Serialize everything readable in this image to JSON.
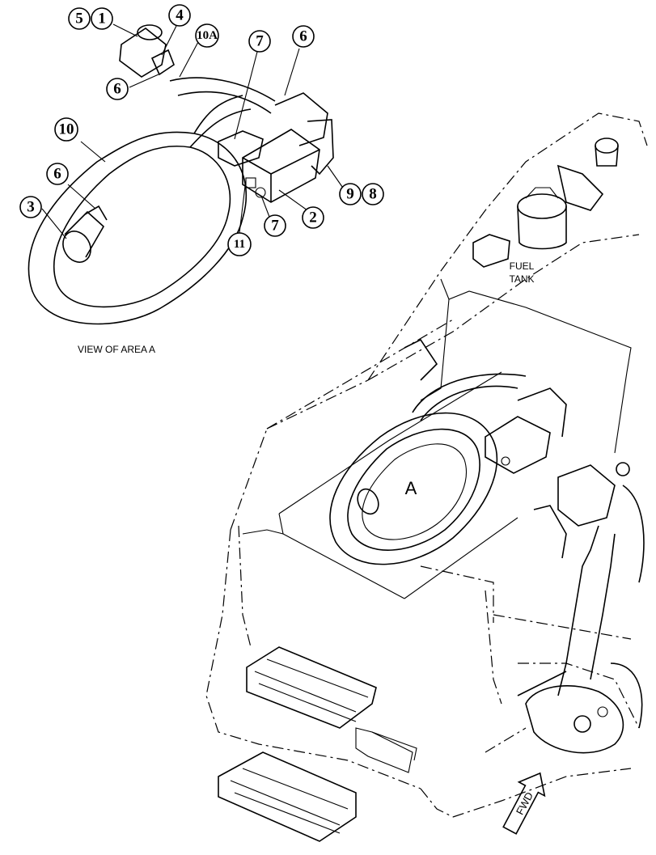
{
  "callouts": {
    "c1": "1",
    "c2": "2",
    "c3": "3",
    "c4": "4",
    "c5": "5",
    "c6a": "6",
    "c6b": "6",
    "c6c": "6",
    "c7a": "7",
    "c7b": "7",
    "c8": "8",
    "c9": "9",
    "c10": "10",
    "c10a": "10A",
    "c11": "11"
  },
  "labels": {
    "view_of_area": "VIEW OF AREA A",
    "fuel_tank_line1": "FUEL",
    "fuel_tank_line2": "TANK",
    "area_marker": "A",
    "fwd": "FWD"
  }
}
